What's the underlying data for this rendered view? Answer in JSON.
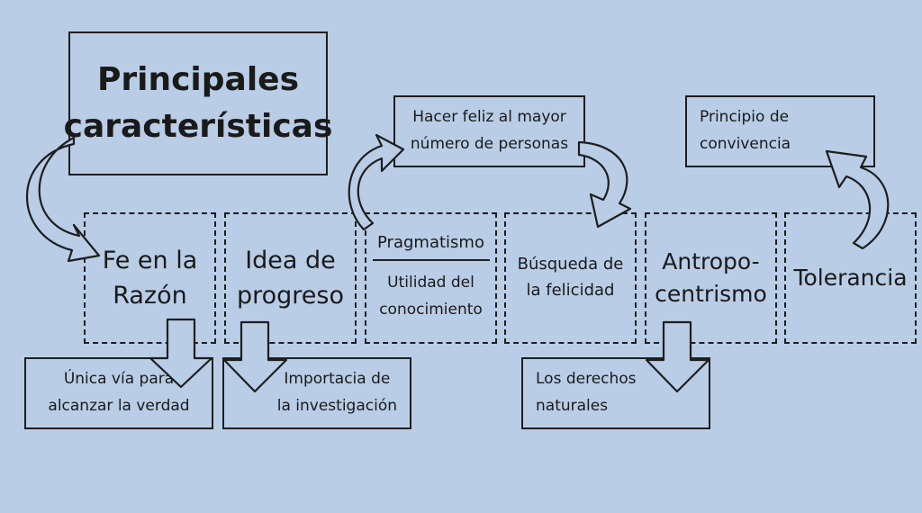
{
  "title": [
    "Principales",
    "características"
  ],
  "features": [
    {
      "lines": [
        "Fe en la",
        "Razón"
      ]
    },
    {
      "lines": [
        "Idea de",
        "progreso"
      ]
    },
    {
      "top": "Pragmatismo",
      "bottom": [
        "Utilidad del",
        "conocimiento"
      ]
    },
    {
      "lines": [
        "Búsqueda de",
        "la felicidad"
      ]
    },
    {
      "lines": [
        "Antropo-",
        "centrismo"
      ]
    },
    {
      "lines": [
        "Tolerancia"
      ]
    }
  ],
  "details": {
    "razon": [
      "Única vía para",
      "alcanzar la verdad"
    ],
    "progreso": [
      "Importacia de",
      "la investigación"
    ],
    "felicidad": [
      "Hacer feliz al mayor",
      "número de personas"
    ],
    "antropocentrismo": [
      "Los derechos",
      "naturales"
    ],
    "tolerancia": [
      "Principio de",
      "convivencia"
    ]
  },
  "colors": {
    "background": "#b9cde6",
    "ink": "#1e1e1e",
    "box_fill": "#b9cde6"
  }
}
